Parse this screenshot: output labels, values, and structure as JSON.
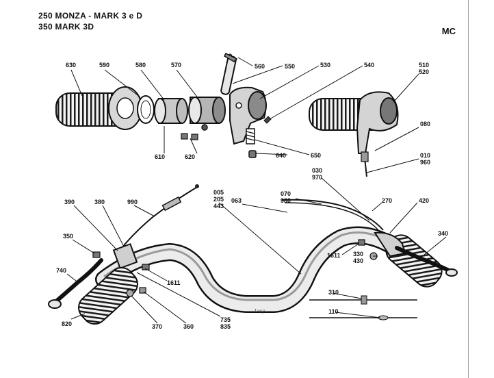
{
  "header": {
    "title_line1": "250 MONZA - MARK 3 e D",
    "title_line2": "350 MARK 3D",
    "code": "MC"
  },
  "signature": "Lucy",
  "parts": {
    "p630": "630",
    "p590": "590",
    "p580": "580",
    "p570": "570",
    "p560": "560",
    "p550": "550",
    "p530": "530",
    "p540": "540",
    "p510": "510",
    "p520": "520",
    "p080": "080",
    "p010": "010",
    "p960": "960",
    "p610": "610",
    "p620": "620",
    "p640": "640",
    "p650": "650",
    "p030": "030",
    "p970": "970",
    "p005": "005",
    "p205": "205",
    "p443": "443",
    "p063": "063",
    "p070": "070",
    "p980": "980",
    "p270": "270",
    "p420": "420",
    "p340": "340",
    "p390": "390",
    "p380": "380",
    "p990": "990",
    "p350": "350",
    "p740": "740",
    "p820": "820",
    "p1611a": "1611",
    "p1611b": "1611",
    "p330": "330",
    "p430": "430",
    "p370": "370",
    "p360": "360",
    "p735": "735",
    "p835": "835",
    "p310": "310",
    "p110": "110"
  }
}
